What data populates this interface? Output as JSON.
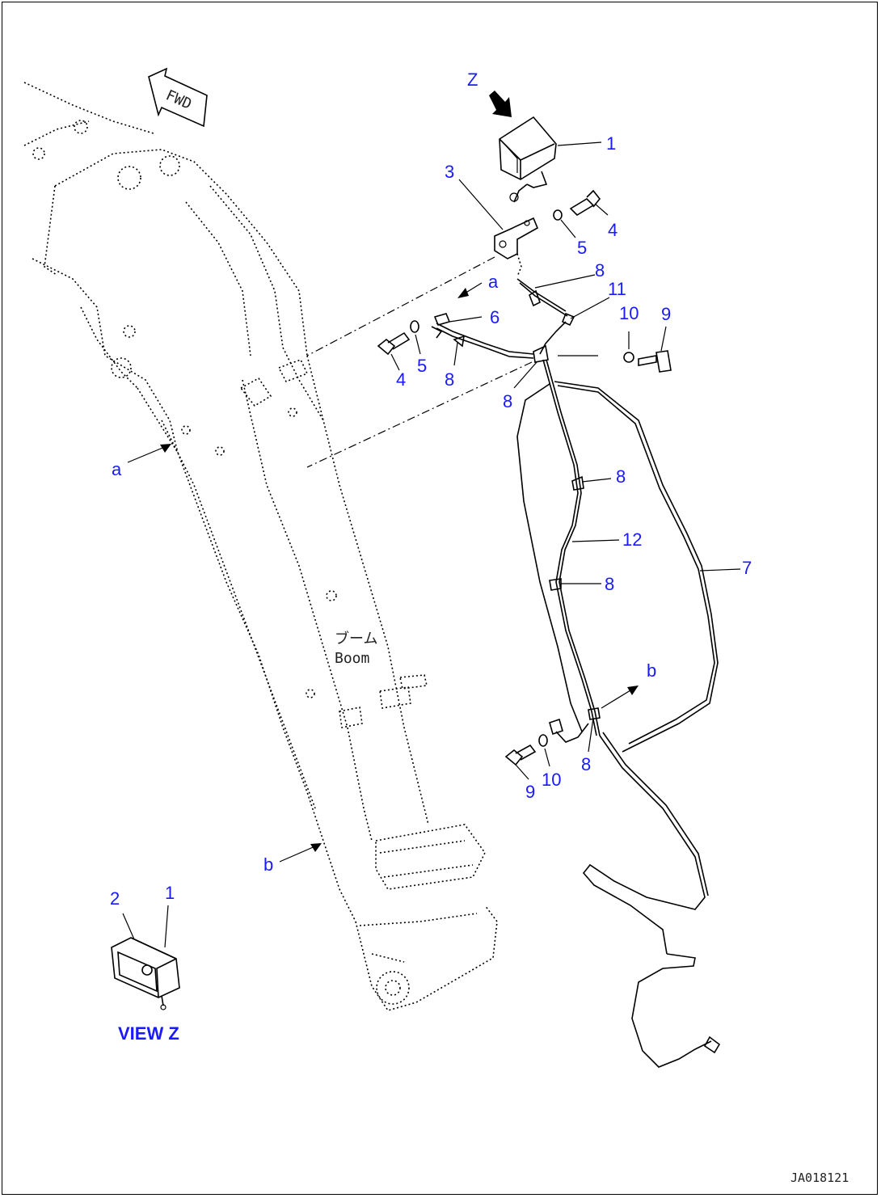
{
  "callouts": {
    "z_arrow_label": "Z",
    "c1_top": "1",
    "c3": "3",
    "c4_top": "4",
    "c5_top": "5",
    "c8_top": "8",
    "a_top": "a",
    "c11": "11",
    "c6": "6",
    "c10_top": "10",
    "c9_top": "9",
    "c4_mid": "4",
    "c5_mid": "5",
    "c8_mid": "8",
    "c8_left": "8",
    "c8_upper_wire": "8",
    "c12": "12",
    "c7": "7",
    "c8_lower_wire": "8",
    "a_left": "a",
    "b_right": "b",
    "c8_bottom": "8",
    "c9_bottom": "9",
    "c10_bottom": "10",
    "b_left": "b",
    "c2_view": "2",
    "c1_view": "1"
  },
  "labels": {
    "fwd": "FWD",
    "boom_jp": "ブーム",
    "boom_en": "Boom",
    "view_z": "VIEW Z",
    "drawing_code": "JA018121"
  },
  "colors": {
    "callout": "#1a1aff",
    "line": "#000000"
  }
}
